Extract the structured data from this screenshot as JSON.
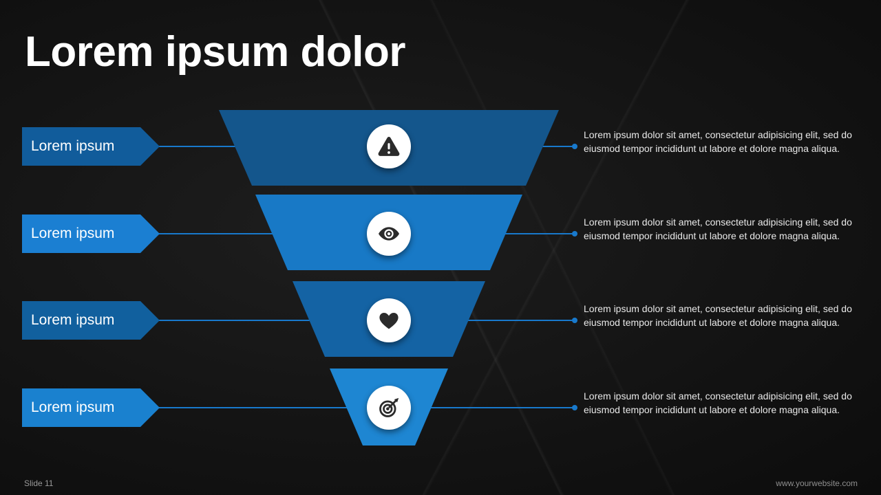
{
  "title": "Lorem ipsum dolor",
  "footer": {
    "slide_number": "Slide 11",
    "website": "www.yourwebsite.com"
  },
  "colors": {
    "connector": "#1879CC",
    "circle_bg": "#FFFFFF",
    "icon_glyph": "#2B2B2B"
  },
  "funnel": {
    "rows": [
      {
        "label": "Lorem ipsum",
        "icon": "warning-icon",
        "segment_color": "#14568C",
        "label_color": "#115C9B",
        "description": "Lorem ipsum dolor sit amet, consectetur adipisicing elit, sed do eiusmod tempor incididunt ut labore et dolore magna aliqua."
      },
      {
        "label": "Lorem ipsum",
        "icon": "eye-icon",
        "segment_color": "#1879C6",
        "label_color": "#1B7FD2",
        "description": "Lorem ipsum dolor sit amet, consectetur adipisicing elit, sed do eiusmod tempor incididunt ut labore et dolore magna aliqua."
      },
      {
        "label": "Lorem ipsum",
        "icon": "heart-icon",
        "segment_color": "#1463A4",
        "label_color": "#11609E",
        "description": "Lorem ipsum dolor sit amet, consectetur adipisicing elit, sed do eiusmod tempor incididunt ut labore et dolore magna aliqua."
      },
      {
        "label": "Lorem ipsum",
        "icon": "target-icon",
        "segment_color": "#1E86D2",
        "label_color": "#1A81CF",
        "description": "Lorem ipsum dolor sit amet, consectetur adipisicing elit, sed do eiusmod tempor incididunt ut labore et dolore magna aliqua."
      }
    ]
  }
}
